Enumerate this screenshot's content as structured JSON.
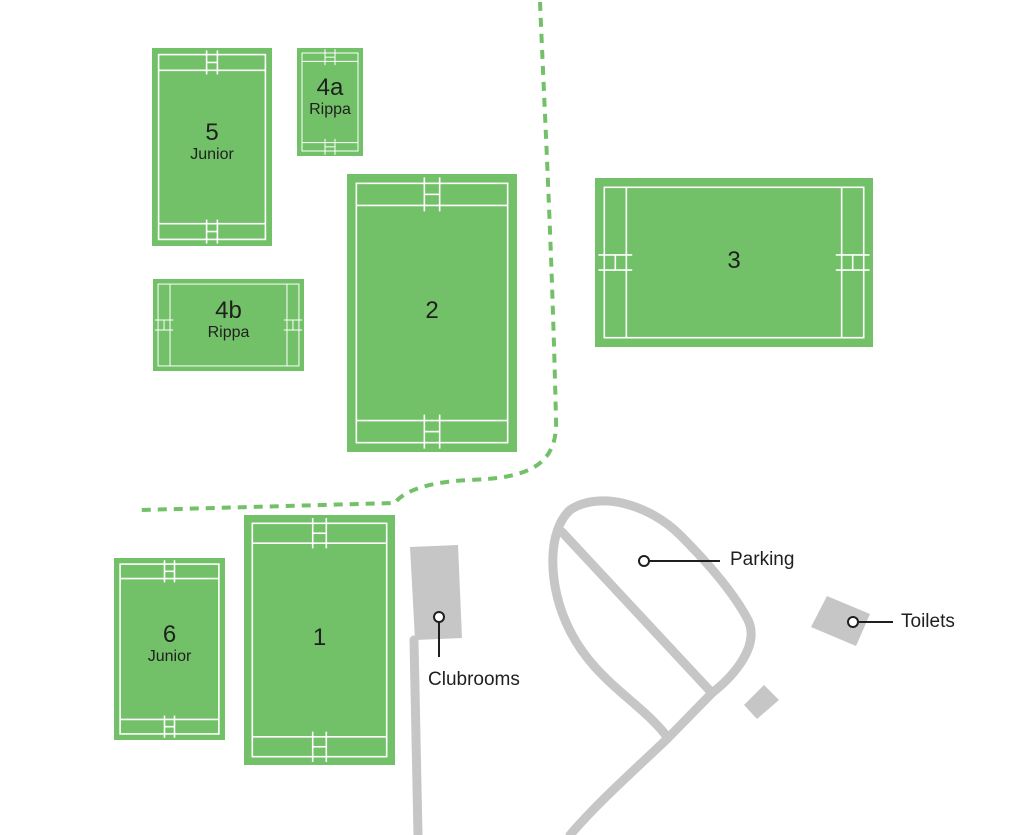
{
  "colors": {
    "field": "#72c168",
    "line": "#ffffff",
    "path": "#72c168",
    "road": "#c6c6c6",
    "marker": "#1f1f1f"
  },
  "fields": [
    {
      "id": "5",
      "name": "5",
      "type": "Junior"
    },
    {
      "id": "4a",
      "name": "4a",
      "type": "Rippa"
    },
    {
      "id": "4b",
      "name": "4b",
      "type": "Rippa"
    },
    {
      "id": "2",
      "name": "2",
      "type": ""
    },
    {
      "id": "3",
      "name": "3",
      "type": ""
    },
    {
      "id": "1",
      "name": "1",
      "type": ""
    },
    {
      "id": "6",
      "name": "6",
      "type": "Junior"
    }
  ],
  "places": {
    "clubrooms": "Clubrooms",
    "parking": "Parking",
    "toilets": "Toilets"
  }
}
